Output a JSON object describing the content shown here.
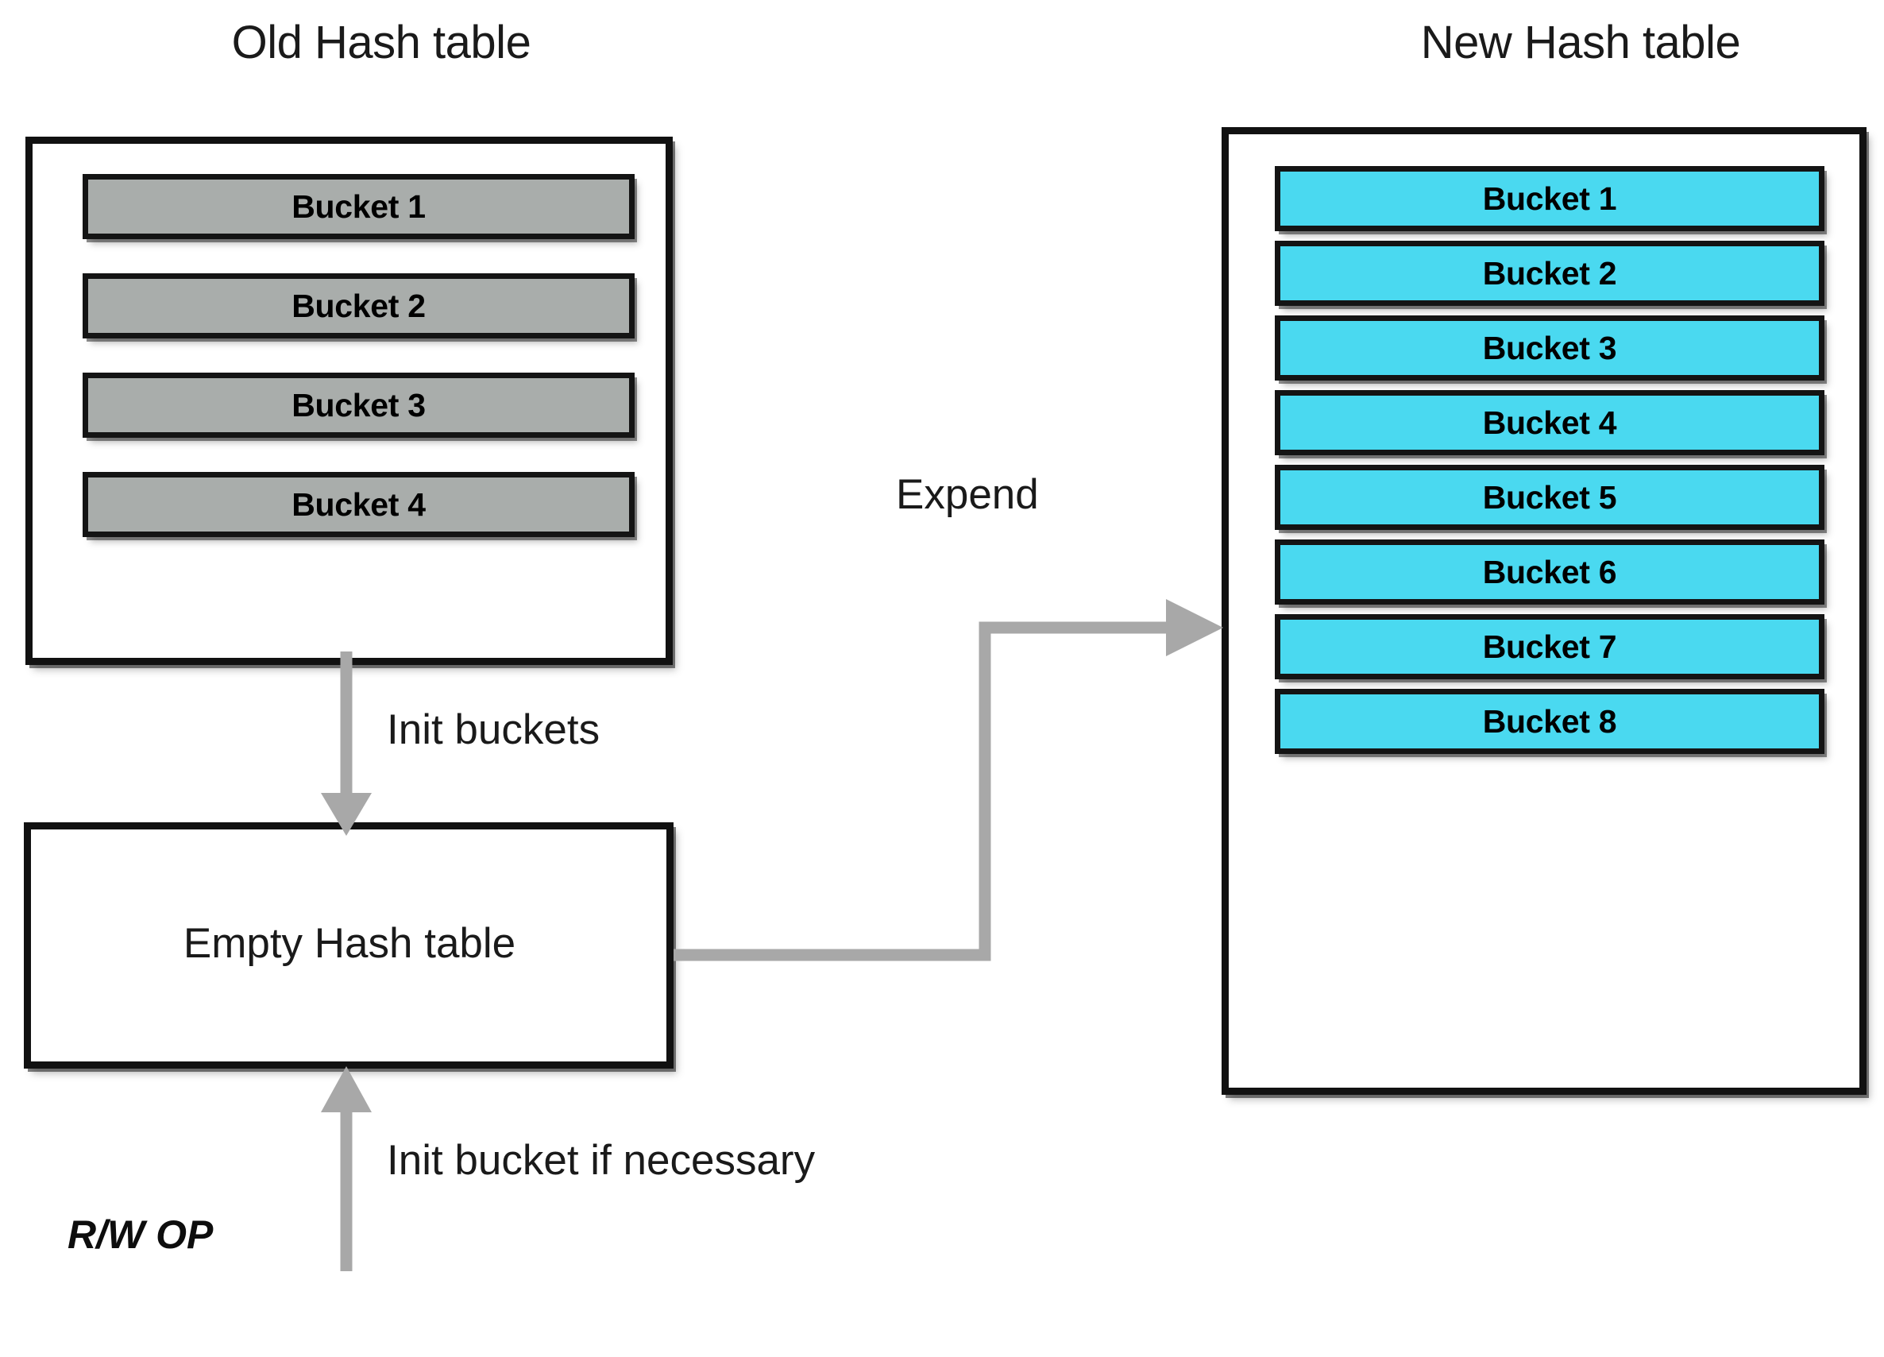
{
  "diagram": {
    "title_old": "Old Hash table",
    "title_new": "New Hash table",
    "background_color": "#ffffff",
    "colors": {
      "old_bucket_fill": "#a9adab",
      "new_bucket_fill": "#4ad9f0",
      "border": "#111111",
      "arrow": "#a8a8a8",
      "text": "#1a1a1a"
    }
  },
  "old_table": {
    "label": "Old Hash table",
    "buckets": [
      {
        "label": "Bucket 1"
      },
      {
        "label": "Bucket 2"
      },
      {
        "label": "Bucket 3"
      },
      {
        "label": "Bucket 4"
      }
    ]
  },
  "new_table": {
    "label": "New Hash table",
    "buckets": [
      {
        "label": "Bucket 1"
      },
      {
        "label": "Bucket 2"
      },
      {
        "label": "Bucket 3"
      },
      {
        "label": "Bucket 4"
      },
      {
        "label": "Bucket 5"
      },
      {
        "label": "Bucket 6"
      },
      {
        "label": "Bucket 7"
      },
      {
        "label": "Bucket 8"
      }
    ]
  },
  "empty_table": {
    "label": "Empty Hash table"
  },
  "annotations": {
    "init_buckets": "Init buckets",
    "init_bucket_if_necessary": "Init bucket if necessary",
    "expend": "Expend",
    "rw_op": "R/W OP"
  }
}
